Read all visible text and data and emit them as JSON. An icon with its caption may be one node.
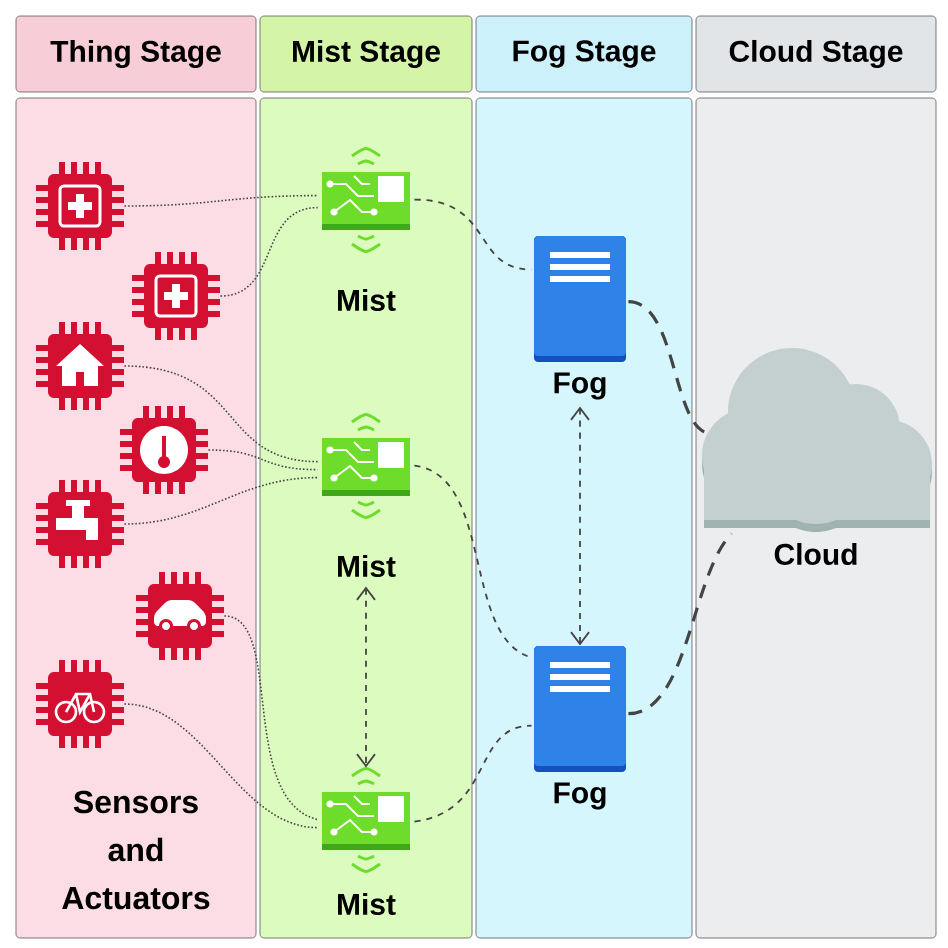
{
  "diagram": {
    "nodes": [
      {
        "text": [
          "Thing Stage",
          "Sensors and Actuators"
        ]
      },
      {
        "text": [
          "Mist Stage"
        ]
      },
      {
        "text": [
          "Fog Stage"
        ]
      },
      {
        "text": [
          "Cloud Stage"
        ]
      },
      {
        "text": [],
        "shape": "picture",
        "in": 0
      },
      {
        "text": [],
        "shape": "picture",
        "in": 0
      },
      {
        "text": [],
        "shape": "picture",
        "in": 0
      },
      {
        "text": [],
        "shape": "picture",
        "in": 0
      },
      {
        "text": [],
        "shape": "picture",
        "in": 0
      },
      {
        "text": [],
        "shape": "picture",
        "in": 0
      },
      {
        "text": [],
        "shape": "picture",
        "in": 0
      },
      {
        "text": [
          "Mist"
        ],
        "in": 1
      },
      {
        "text": [
          "Mist"
        ],
        "in": 1
      },
      {
        "text": [
          "Mist"
        ],
        "in": 1
      },
      {
        "text": [
          "Fog"
        ],
        "in": 2
      },
      {
        "text": [
          "Fog"
        ],
        "in": 2
      },
      {
        "text": [
          "Cloud"
        ],
        "in": 3
      }
    ],
    "edges": [
      {
        "from": 4,
        "to": 11,
        "arrow": "none"
      },
      {
        "from": 5,
        "to": 11,
        "arrow": "none"
      },
      {
        "from": 6,
        "to": 12,
        "arrow": "none"
      },
      {
        "from": 7,
        "to": 12,
        "arrow": "none"
      },
      {
        "from": 8,
        "to": 12,
        "arrow": "none"
      },
      {
        "from": 9,
        "to": 13,
        "arrow": "none"
      },
      {
        "from": 10,
        "to": 13,
        "arrow": "none"
      },
      {
        "from": 11,
        "to": 14,
        "arrow": "none",
        "style": "dashed"
      },
      {
        "from": 12,
        "to": 15,
        "arrow": "none",
        "style": "dashed"
      },
      {
        "from": 13,
        "to": 15,
        "arrow": "none",
        "style": "dashed"
      },
      {
        "from": 12,
        "to": 13,
        "arrow": "both",
        "style": "dashed"
      },
      {
        "from": 14,
        "to": 15,
        "arrow": "both",
        "style": "dashed"
      },
      {
        "from": 14,
        "to": 16,
        "arrow": "none",
        "style": "dashed"
      },
      {
        "from": 15,
        "to": 16,
        "arrow": "none",
        "style": "dashed"
      }
    ]
  }
}
